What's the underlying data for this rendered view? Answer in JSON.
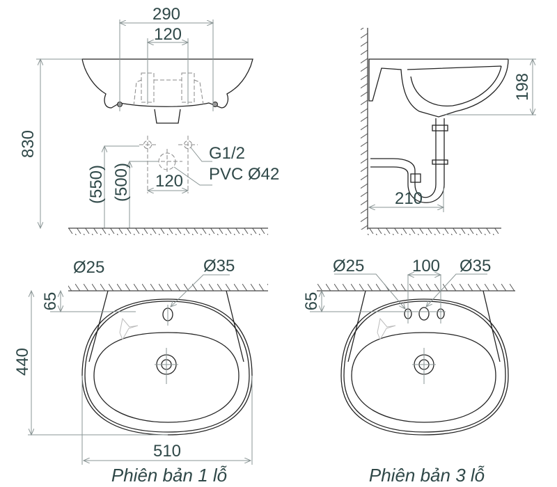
{
  "front_view": {
    "dim_outer_width": "290",
    "dim_tap_spacing": "120",
    "dim_height": "830",
    "dim_supply_height": "(550)",
    "dim_drain_height": "(500)",
    "dim_supply_spacing": "120",
    "label_supply": "G1/2",
    "label_drain": "PVC Ø42"
  },
  "side_view": {
    "dim_depth": "198",
    "dim_trap_offset": "210"
  },
  "plan_one_hole": {
    "dim_overflow": "Ø25",
    "dim_tap_hole": "Ø35",
    "dim_hole_offset": "65",
    "dim_depth": "440",
    "dim_width": "510",
    "caption": "Phiên bản 1 lỗ"
  },
  "plan_three_hole": {
    "dim_side_hole": "Ø25",
    "dim_hole_spacing": "100",
    "dim_tap_hole": "Ø35",
    "dim_hole_offset": "65",
    "caption": "Phiên bản 3 lỗ"
  },
  "colors": {
    "text": "#2f4848",
    "line": "#222222",
    "dimension": "#8a9595"
  }
}
